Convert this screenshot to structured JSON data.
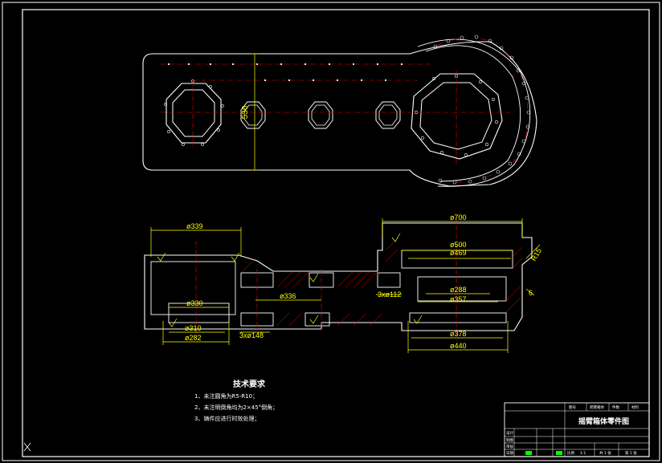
{
  "colors": {
    "background": "#000000",
    "outline": "#ffffff",
    "dimension": "#ffff00",
    "centerline": "#ff0000",
    "hatch": "#ff0000",
    "accent_green": "#00ff00"
  },
  "plan_view": {
    "vertical_dim": "536"
  },
  "section_view": {
    "dims": {
      "d339": "ø339",
      "d330": "ø330",
      "d310": "ø310",
      "d282": "ø282",
      "d336": "ø336",
      "d3x148": "3xø148",
      "d3x112": "3xø112",
      "d700": "ø700",
      "d500": "ø500",
      "d469": "ø469",
      "d288": "ø288",
      "d357": "ø357",
      "d378": "ø378",
      "d440": "ø440",
      "r15": "R15",
      "c6": "6"
    }
  },
  "tech_requirements": {
    "title": "技术要求",
    "items": [
      "1、未注圆角为R5-R10；",
      "2、未注明倒角均为2×45°倒角；",
      "3、铸件应进行时效处理；"
    ]
  },
  "title_block": {
    "drawing_title": "摇臂箱体零件图",
    "header_cells": [
      "图号",
      "摇臂箱体",
      "件数",
      "材料"
    ],
    "scale_row": [
      "比例",
      "1:1",
      "共 1 张",
      "第 1 张"
    ],
    "left_labels": [
      "设计",
      "制图",
      "审核",
      "日期"
    ]
  }
}
